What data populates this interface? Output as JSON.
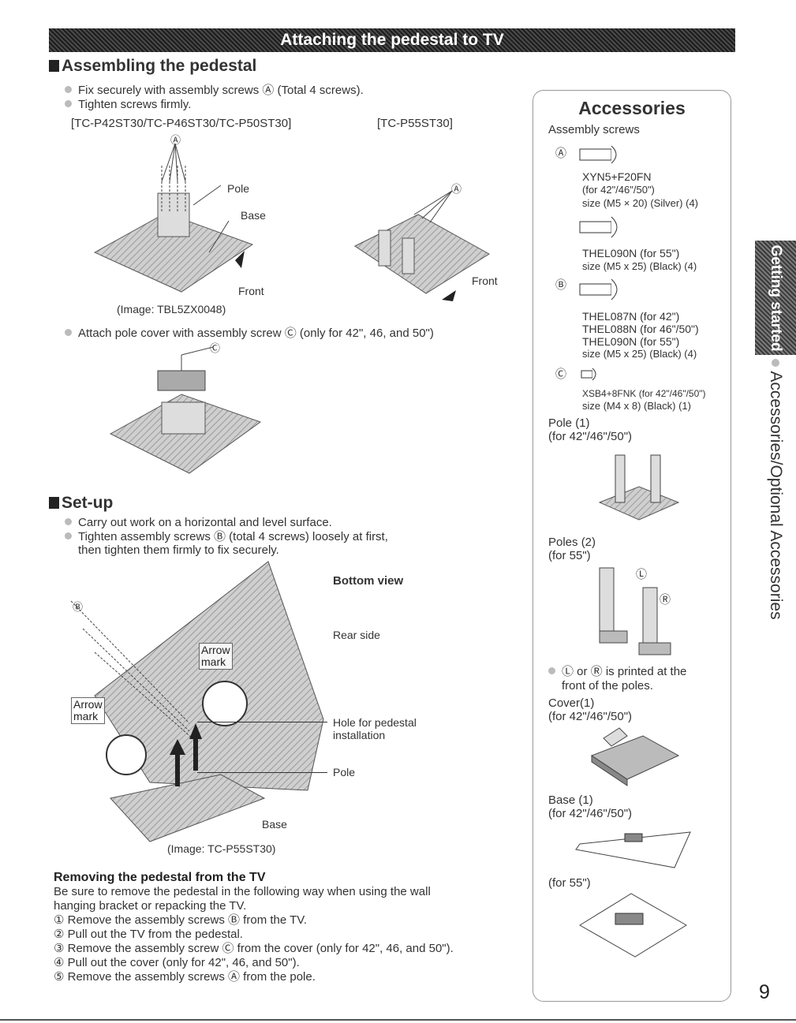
{
  "banner": {
    "title": "Attaching the pedestal to TV"
  },
  "assembling": {
    "heading": "Assembling the pedestal",
    "bullet1": "Fix securely with assembly screws Ⓐ (Total 4 screws).",
    "bullet2": "Tighten screws firmly.",
    "model_left": "[TC-P42ST30/TC-P46ST30/TC-P50ST30]",
    "model_right": "[TC-P55ST30]",
    "label_a": "Ⓐ",
    "label_pole": "Pole",
    "label_base": "Base",
    "label_front": "Front",
    "image_caption": "(Image: TBL5ZX0048)",
    "bullet3": "Attach pole cover with assembly screw Ⓒ (only for 42\", 46, and 50\")",
    "label_c": "Ⓒ"
  },
  "setup": {
    "heading": "Set-up",
    "bullet1": "Carry out work on a horizontal and level surface.",
    "bullet2": "Tighten assembly screws Ⓑ (total 4 screws) loosely at first,",
    "bullet2b": "then tighten them firmly to fix securely.",
    "bottom_view": "Bottom view",
    "rear_side": "Rear side",
    "hole_line1": "Hole for pedestal",
    "hole_line2": "installation",
    "pole": "Pole",
    "base": "Base",
    "arrow_mark_1": "Arrow",
    "arrow_mark_2": "mark",
    "label_b": "Ⓑ",
    "image_caption": "(Image: TC-P55ST30)"
  },
  "removing": {
    "heading": "Removing the pedestal from the TV",
    "intro1": "Be sure to remove the pedestal in the following way when using the wall",
    "intro2": "hanging bracket or repacking the TV.",
    "step1": "① Remove the assembly screws Ⓑ from the TV.",
    "step2": "② Pull out the TV from the pedestal.",
    "step3": "③ Remove the assembly screw Ⓒ from the cover (only for 42\", 46, and 50\").",
    "step4": "④ Pull out the cover (only for 42\", 46, and 50\").",
    "step5": "⑤ Remove the assembly screws Ⓐ from the pole."
  },
  "accessories": {
    "title": "Accessories",
    "assembly_screws": "Assembly screws",
    "label_a": "Ⓐ",
    "label_b": "Ⓑ",
    "label_c": "Ⓒ",
    "a1_code": "XYN5+F20FN",
    "a1_for": "(for 42\"/46\"/50\")",
    "a1_size": "size (M5 × 20) (Silver) (4)",
    "a2_code": "THEL090N (for 55\")",
    "a2_size": "size (M5 x 25) (Black) (4)",
    "b1": "THEL087N (for 42\")",
    "b2": "THEL088N (for 46\"/50\")",
    "b3": "THEL090N (for 55\")",
    "b_size": "size (M5 x 25) (Black) (4)",
    "c_code": "XSB4+8FNK (for 42\"/46\"/50\")",
    "c_size": "size (M4 x 8) (Black) (1)",
    "pole1": "Pole (1)",
    "pole1_for": "(for 42\"/46\"/50\")",
    "poles2": "Poles (2)",
    "poles2_for": "(for 55\")",
    "label_l": "Ⓛ",
    "label_r": "Ⓡ",
    "lr_note1": "Ⓛ or Ⓡ is printed at the",
    "lr_note2": "front of the poles.",
    "cover": "Cover(1)",
    "cover_for": "(for 42\"/46\"/50\")",
    "base": "Base (1)",
    "base_for": "(for 42\"/46\"/50\")",
    "base55": "(for 55\")"
  },
  "side_tab": {
    "tab": "Getting started",
    "text": "Accessories/Optional Accessories"
  },
  "page_number": "9"
}
